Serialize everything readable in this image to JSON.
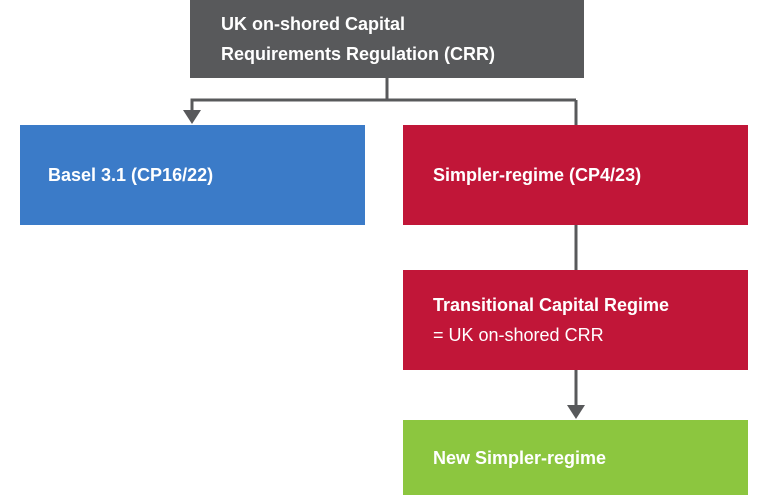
{
  "diagram": {
    "nodes": {
      "crr": {
        "line1": "UK on-shored Capital",
        "line2": "Requirements Regulation (CRR)",
        "color": "#58595B"
      },
      "basel": {
        "label": "Basel 3.1 (CP16/22)",
        "color": "#3B7BC8"
      },
      "simpler": {
        "label": "Simpler-regime (CP4/23)",
        "color": "#C11638"
      },
      "transitional": {
        "line1": "Transitional Capital Regime",
        "line2": "= UK on-shored CRR",
        "color": "#C11638"
      },
      "new_simpler": {
        "label": "New Simpler-regime",
        "color": "#8CC63F"
      }
    },
    "edges": [
      {
        "from": "crr",
        "to": "basel",
        "arrowhead": true
      },
      {
        "from": "crr",
        "to": "simpler",
        "arrowhead": false
      },
      {
        "from": "simpler",
        "to": "transitional",
        "arrowhead": false
      },
      {
        "from": "transitional",
        "to": "new_simpler",
        "arrowhead": true
      }
    ],
    "connector_color": "#58595B",
    "text_color": "#FFFFFF"
  }
}
